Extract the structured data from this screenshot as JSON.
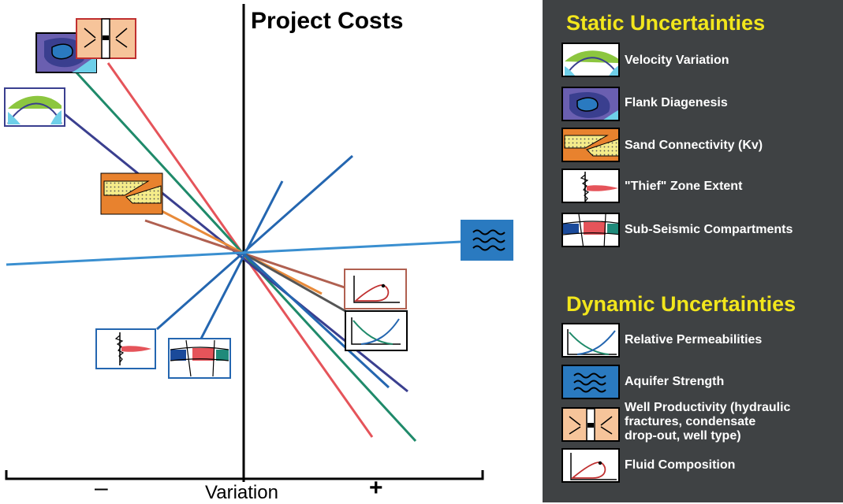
{
  "title": "Project Costs",
  "x_axis": {
    "label": "Variation",
    "minus_label": "–",
    "plus_label": "+"
  },
  "legend": {
    "static_heading": "Static Uncertainties",
    "static_items": [
      {
        "icon": "velocity-variation-icon",
        "label": "Velocity Variation"
      },
      {
        "icon": "flank-diagenesis-icon",
        "label": "Flank Diagenesis"
      },
      {
        "icon": "sand-connectivity-icon",
        "label": "Sand Connectivity (Kv)"
      },
      {
        "icon": "thief-zone-icon",
        "label": "\"Thief\" Zone Extent"
      },
      {
        "icon": "sub-seismic-compartments-icon",
        "label": "Sub-Seismic Compartments"
      }
    ],
    "dynamic_heading": "Dynamic Uncertainties",
    "dynamic_items": [
      {
        "icon": "relative-permeabilities-icon",
        "label": "Relative Permeabilities"
      },
      {
        "icon": "aquifer-strength-icon",
        "label": "Aquifer Strength"
      },
      {
        "icon": "well-productivity-icon",
        "label": "Well Productivity (hydraulic\nfractures, condensate\ndrop-out, well type)"
      },
      {
        "icon": "fluid-composition-icon",
        "label": "Fluid Composition"
      }
    ]
  },
  "colors": {
    "legend_bg": "#3f4244",
    "heading": "#f2e61c",
    "line_red": "#e5545a",
    "line_green": "#1f8a6a",
    "line_navy": "#3a3f8f",
    "line_blue": "#2466b0",
    "line_lightblue": "#3a8fd0",
    "line_brown": "#b06050",
    "line_orange": "#e88a3a"
  }
}
